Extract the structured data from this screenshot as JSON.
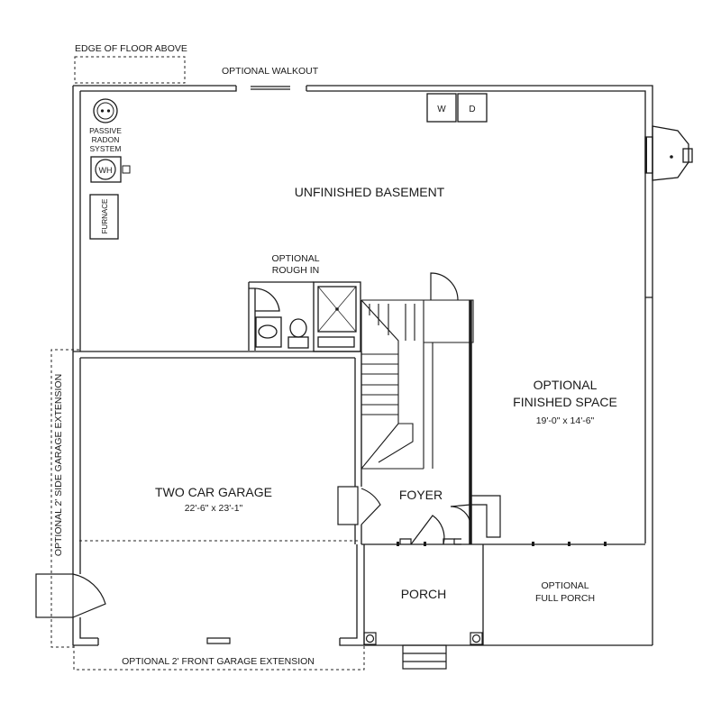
{
  "labels": {
    "edge_floor_above": "EDGE OF FLOOR ABOVE",
    "optional_walkout": "OPTIONAL WALKOUT",
    "washer": "W",
    "dryer": "D",
    "radon_line1": "PASSIVE",
    "radon_line2": "RADON",
    "radon_line3": "SYSTEM",
    "water_heater": "WH",
    "furnace": "FURNACE",
    "unfinished_basement": "UNFINISHED BASEMENT",
    "rough_in_line1": "OPTIONAL",
    "rough_in_line2": "ROUGH IN",
    "finished_space_line1": "OPTIONAL",
    "finished_space_line2": "FINISHED SPACE",
    "finished_space_dims": "19'-0\" x 14'-6\"",
    "garage_title": "TWO CAR GARAGE",
    "garage_dims": "22'-6\" x 23'-1\"",
    "side_garage_ext": "OPTIONAL 2' SIDE GARAGE EXTENSION",
    "foyer": "FOYER",
    "porch": "PORCH",
    "full_porch_line1": "OPTIONAL",
    "full_porch_line2": "FULL PORCH",
    "front_garage_ext": "OPTIONAL 2' FRONT GARAGE EXTENSION"
  }
}
